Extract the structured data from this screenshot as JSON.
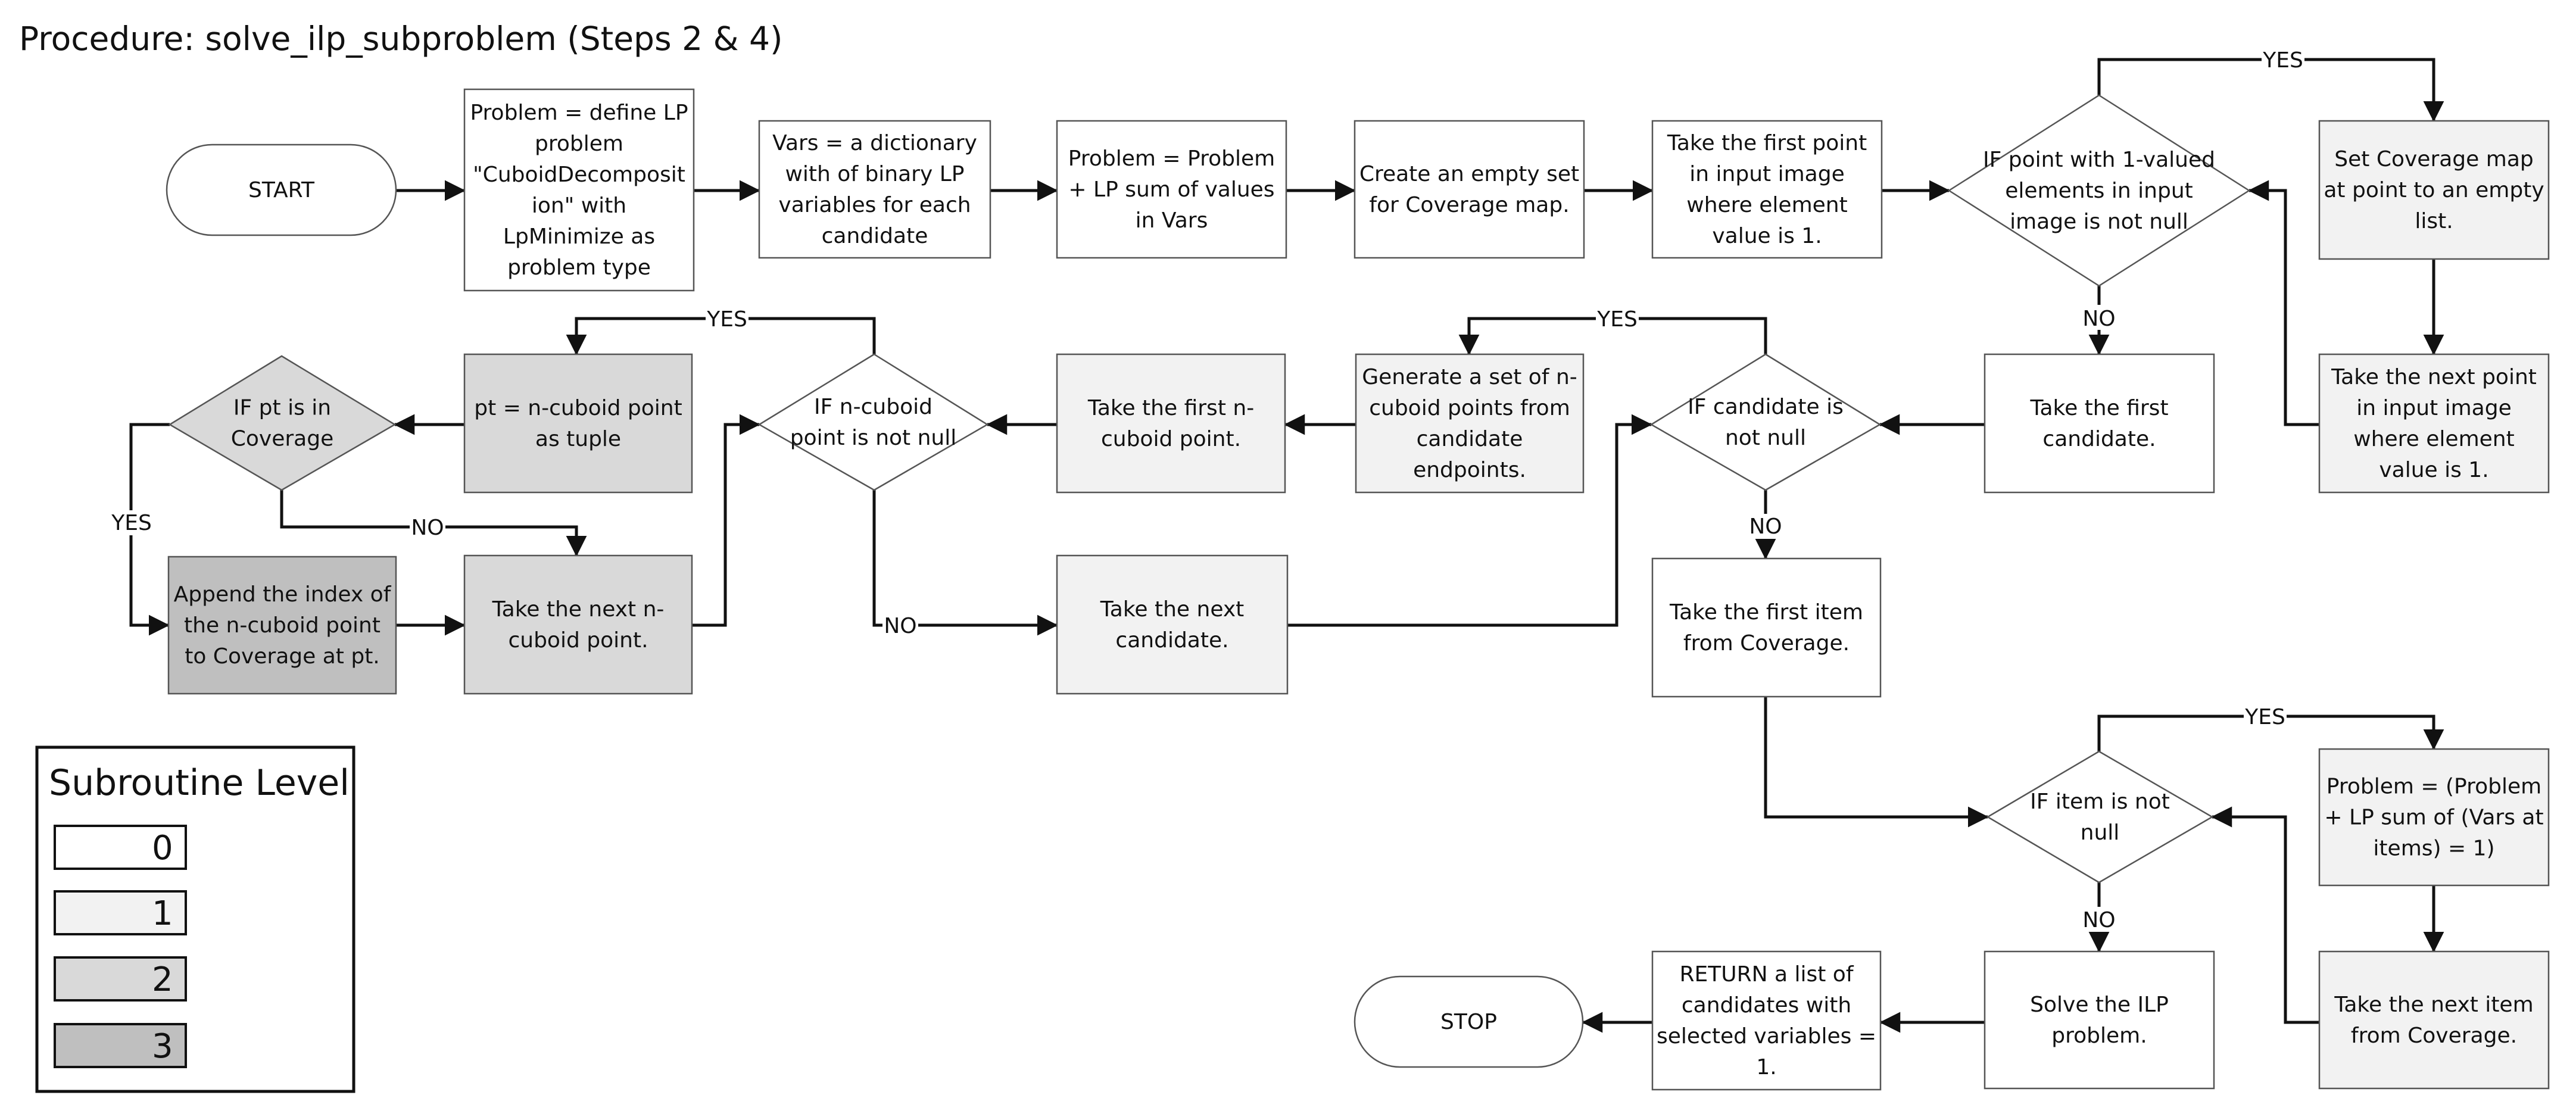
{
  "title": "Procedure: solve_ilp_subproblem (Steps 2 & 4)",
  "level_colors": {
    "0": "#ffffff",
    "1": "#f2f2f2",
    "2": "#d9d9d9",
    "3": "#bfbfbf"
  },
  "nodes": {
    "start": {
      "text": [
        "START"
      ],
      "level": 0
    },
    "define_problem": {
      "text": [
        "Problem = define LP",
        "problem",
        "\"CuboidDecomposit",
        "ion\" with",
        "LpMinimize as",
        "problem type"
      ],
      "level": 0
    },
    "vars": {
      "text": [
        "Vars = a dictionary",
        "with of binary LP",
        "variables for each",
        "candidate"
      ],
      "level": 0
    },
    "problem_sum": {
      "text": [
        "Problem = Problem",
        "+ LP sum of values",
        "in Vars"
      ],
      "level": 0
    },
    "empty_set": {
      "text": [
        "Create an empty set",
        "for Coverage map."
      ],
      "level": 0
    },
    "first_point": {
      "text": [
        "Take the first point",
        "in input image",
        "where element",
        "value is 1."
      ],
      "level": 0
    },
    "if_point": {
      "text": [
        "IF point with 1-valued",
        "elements in input",
        "image is not null"
      ],
      "level": 0
    },
    "set_coverage": {
      "text": [
        "Set Coverage map",
        "at point to an empty",
        "list."
      ],
      "level": 1
    },
    "next_point": {
      "text": [
        "Take the next point",
        "in input image",
        "where element",
        "value is 1."
      ],
      "level": 1
    },
    "first_candidate": {
      "text": [
        "Take the first",
        "candidate."
      ],
      "level": 0
    },
    "if_candidate": {
      "text": [
        "IF candidate is",
        "not null"
      ],
      "level": 0
    },
    "gen_points": {
      "text": [
        "Generate a set of n-",
        "cuboid points from",
        "candidate",
        "endpoints."
      ],
      "level": 1
    },
    "first_ncuboid": {
      "text": [
        "Take the first n-",
        "cuboid point."
      ],
      "level": 1
    },
    "if_ncuboid": {
      "text": [
        "IF n-cuboid",
        "point is not null"
      ],
      "level": 0
    },
    "pt_tuple": {
      "text": [
        "pt = n-cuboid point",
        "as tuple"
      ],
      "level": 2
    },
    "if_pt": {
      "text": [
        "IF pt is in",
        "Coverage"
      ],
      "level": 2
    },
    "append_index": {
      "text": [
        "Append the index of",
        "the n-cuboid point",
        "to Coverage at pt."
      ],
      "level": 3
    },
    "next_ncuboid": {
      "text": [
        "Take the next n-",
        "cuboid point."
      ],
      "level": 2
    },
    "next_candidate": {
      "text": [
        "Take the next",
        "candidate."
      ],
      "level": 1
    },
    "first_item": {
      "text": [
        "Take the first item",
        "from Coverage."
      ],
      "level": 0
    },
    "if_item": {
      "text": [
        "IF item is not",
        "null"
      ],
      "level": 0
    },
    "problem_items": {
      "text": [
        "Problem = (Problem",
        "+ LP sum of (Vars at",
        "items) = 1)"
      ],
      "level": 1
    },
    "next_item": {
      "text": [
        "Take the next item",
        "from Coverage."
      ],
      "level": 1
    },
    "solve": {
      "text": [
        "Solve the ILP",
        "problem."
      ],
      "level": 0
    },
    "return_list": {
      "text": [
        "RETURN a list of",
        "candidates with",
        "selected variables =",
        "1."
      ],
      "level": 0
    },
    "stop": {
      "text": [
        "STOP"
      ],
      "level": 0
    }
  },
  "edge_labels": {
    "yes": "YES",
    "no": "NO"
  },
  "legend": {
    "title": "Subroutine Level",
    "levels": [
      "0",
      "1",
      "2",
      "3"
    ]
  }
}
